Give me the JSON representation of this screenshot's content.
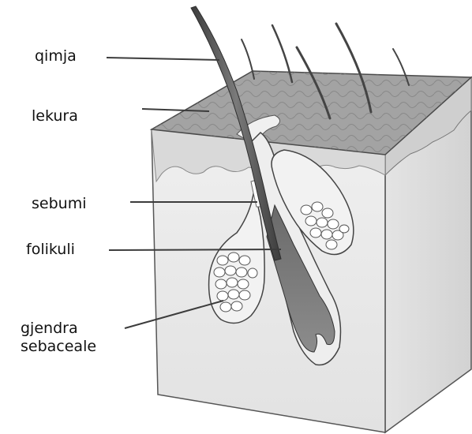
{
  "labels": {
    "hair": "qimja",
    "skin": "lekura",
    "sebum": "sebumi",
    "follicle": "folikuli",
    "gland_line1": "gjendra",
    "gland_line2": "sebaceale"
  },
  "colors": {
    "block_front": "#ebebeb",
    "block_side": "#dcdcdc",
    "top_surface": "#9c9c9c",
    "dark_hair": "#4a4a4a",
    "outline": "#3a3a3a",
    "leader_line": "#3c3c3c"
  }
}
